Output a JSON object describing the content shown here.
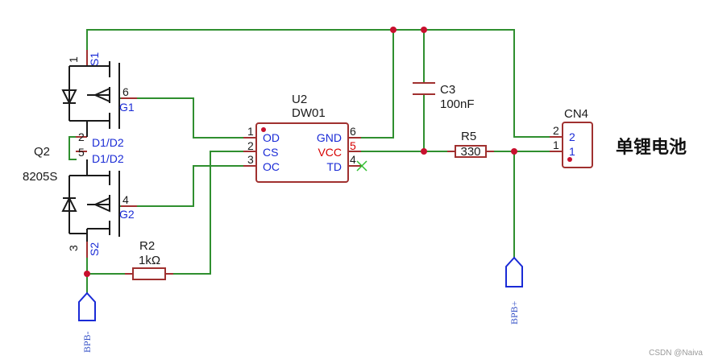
{
  "components": {
    "q2": {
      "ref": "Q2",
      "value": "8205S",
      "pins": {
        "p1": "1",
        "p2": "2",
        "p3": "3",
        "p4": "4",
        "p5": "5",
        "p6": "6"
      },
      "labels": {
        "s1": "S1",
        "g1": "G1",
        "d1d2_a": "D1/D2",
        "d1d2_b": "D1/D2",
        "g2": "G2",
        "s2": "S2"
      }
    },
    "u2": {
      "ref": "U2",
      "value": "DW01",
      "pins": {
        "od": "OD",
        "cs": "CS",
        "oc": "OC",
        "gnd": "GND",
        "vcc": "VCC",
        "td": "TD",
        "n1": "1",
        "n2": "2",
        "n3": "3",
        "n4": "4",
        "n5": "5",
        "n6": "6"
      }
    },
    "c3": {
      "ref": "C3",
      "value": "100nF"
    },
    "r5": {
      "ref": "R5",
      "value": "330"
    },
    "r2": {
      "ref": "R2",
      "value": "1kΩ"
    },
    "cn4": {
      "ref": "CN4",
      "pin2": "2",
      "pin1": "1",
      "ext2": "2",
      "ext1": "1"
    }
  },
  "title": "单锂电池",
  "ports": {
    "bpb_minus": "BPB-",
    "bpb_plus": "BPB+"
  },
  "watermark": "CSDN @Naiva"
}
